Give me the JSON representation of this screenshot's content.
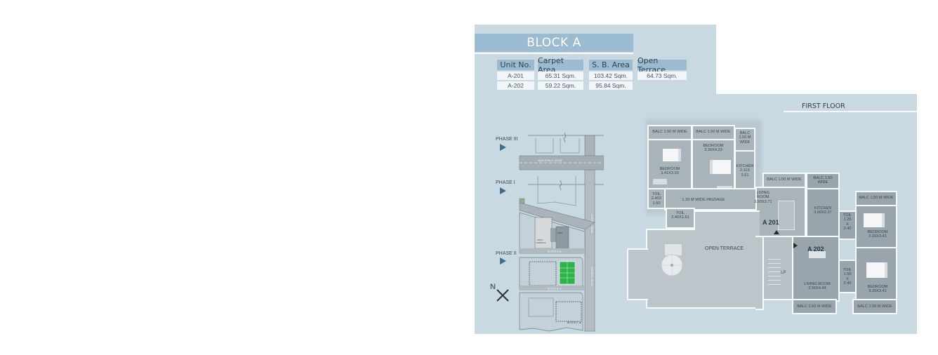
{
  "block": {
    "title": "BLOCK A",
    "table": {
      "headers": [
        "Unit No.",
        "Carpet Area",
        "S. B. Area",
        "Open Terrace"
      ],
      "rows": [
        [
          "A-201",
          "65.31 Sqm.",
          "103.42 Sqm.",
          "64.73 Sqm."
        ],
        [
          "A-202",
          "59.22 Sqm.",
          "95.84 Sqm.",
          ""
        ]
      ]
    }
  },
  "site_plan": {
    "phases": [
      "PHASE III",
      "PHASE I",
      "PHASE II"
    ],
    "road_label": "MAIN PUBLIC ROAD",
    "side_road_label": "INTERNAL ROAD",
    "blocks": [
      "BLOCK A",
      "BLOCK B",
      "BLOCK C"
    ],
    "open_terrace_label": "OPEN TERRACE",
    "unit_marker": "A201",
    "compass_label": "N"
  },
  "floor_plan": {
    "title": "FIRST FLOOR",
    "units": [
      "A 201",
      "A 202"
    ],
    "lift_label": "LP",
    "rooms": {
      "a201_balc1": "BALC 1.50 M WIDE",
      "a201_balc2": "BALC 1.50 M WIDE",
      "a201_balc3": [
        "BALC",
        "1.50 M",
        "WIDE"
      ],
      "a201_bedroom1": [
        "BEDROOM",
        "3.41X3.93"
      ],
      "a201_bedroom2": [
        "BEDROOM",
        "3.30X4.23"
      ],
      "a201_kitchen": [
        "KITCHEN",
        "2.11X",
        "3.61"
      ],
      "a201_toil1": [
        "TOIL",
        "2.40X",
        "1.50"
      ],
      "a201_toil2": [
        "TOIL",
        "2.40X1.61"
      ],
      "a201_passage": "1.20 M WIDE PASSAGE",
      "a201_living": [
        "LIVING",
        "ROOM",
        "3.50X3.71"
      ],
      "a201_balc4": "BALC 1.50 M WIDE",
      "open_terrace": "OPEN TERRACE",
      "a202_balc_top": [
        "BALC 1.50",
        "WIDE"
      ],
      "a202_kitchen": [
        "KITCHEN",
        "3.60X2.27"
      ],
      "a202_toil1": [
        "TOIL",
        "1.25",
        "X",
        "2.40"
      ],
      "a202_balc_right": "BALC 1.50 M WIDE",
      "a202_bedroom1": [
        "BEDROOM",
        "3.20X3.41"
      ],
      "a202_toil2": [
        "TOIL",
        "1.50",
        "X",
        "2.40"
      ],
      "a202_living": [
        "LIVING ROOM",
        "3.50X4.44"
      ],
      "a202_bedroom2": [
        "BEDROOM",
        "3.20X3.41"
      ],
      "a202_balc_bottom1": "BALC 1.50 M WIDE",
      "a202_balc_bottom2": "BALC 1.50 M WIDE"
    }
  },
  "colors": {
    "panel": "#c9d9e2",
    "title_bar": "#9bbbd0",
    "room": "#a9b4ba",
    "court_green": "#2db34a",
    "phase_arrow": "#3e6f86"
  }
}
